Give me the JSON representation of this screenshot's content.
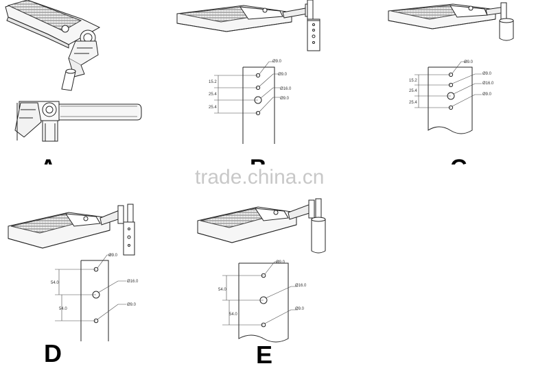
{
  "watermark": "trade.china.cn",
  "panels": [
    {
      "id": "A",
      "letter": "A"
    },
    {
      "id": "B",
      "letter": "B",
      "hole_labels": [
        "Ø9.0",
        "Ø9.0",
        "Ø16.0",
        "Ø9.0"
      ],
      "dims": [
        "15.2",
        "25.4",
        "25.4"
      ]
    },
    {
      "id": "C",
      "letter": "C",
      "hole_labels": [
        "Ø9.0",
        "Ø9.0",
        "Ø16.0",
        "Ø9.0"
      ],
      "dims": [
        "15.2",
        "25.4",
        "25.4"
      ]
    },
    {
      "id": "D",
      "letter": "D",
      "hole_labels": [
        "Ø9.0",
        "Ø16.0",
        "Ø9.0"
      ],
      "dims": [
        "54.0",
        "54.0"
      ]
    },
    {
      "id": "E",
      "letter": "E",
      "hole_labels": [
        "Ø9.0",
        "Ø16.0",
        "Ø9.0"
      ],
      "dims": [
        "54.0",
        "54.0"
      ]
    }
  ],
  "colors": {
    "line": "#222222",
    "fixture_fill": "#f4f4f4",
    "fin": "#555555",
    "watermark": "#9a9a9a"
  }
}
